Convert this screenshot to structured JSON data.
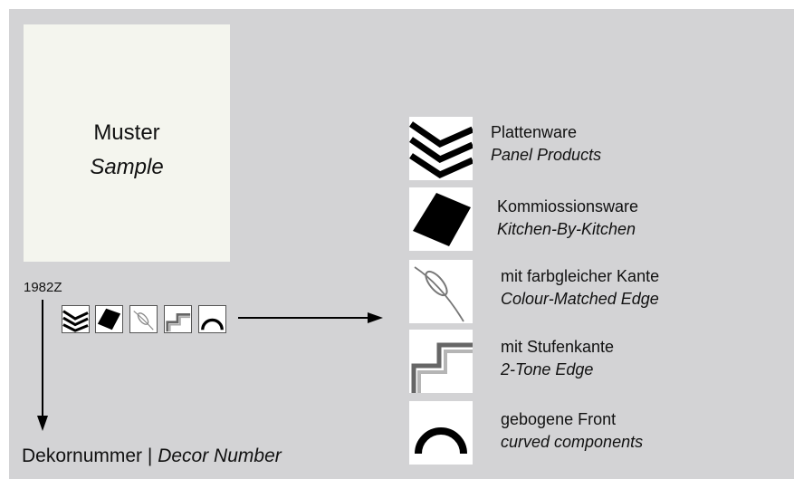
{
  "sample": {
    "line1": "Muster",
    "line2": "Sample"
  },
  "decor_code": "1982Z",
  "caption": {
    "de": "Dekornummer",
    "separator": "|",
    "en": "Decor Number"
  },
  "legend": [
    {
      "icon": "chevron-stripes-icon",
      "de": "Plattenware",
      "en": "Panel Products"
    },
    {
      "icon": "black-panel-icon",
      "de": "Kommiossionsware",
      "en": "Kitchen-By-Kitchen"
    },
    {
      "icon": "edge-curve-icon",
      "de": "mit farbgleicher Kante",
      "en": "Colour-Matched Edge"
    },
    {
      "icon": "stepped-edge-icon",
      "de": "mit Stufenkante",
      "en": "2-Tone Edge"
    },
    {
      "icon": "arch-icon",
      "de": "gebogene Front",
      "en": "curved components"
    }
  ],
  "colors": {
    "background": "#d3d3d5",
    "sample_fill": "#f4f5ee",
    "ink": "#000000"
  }
}
